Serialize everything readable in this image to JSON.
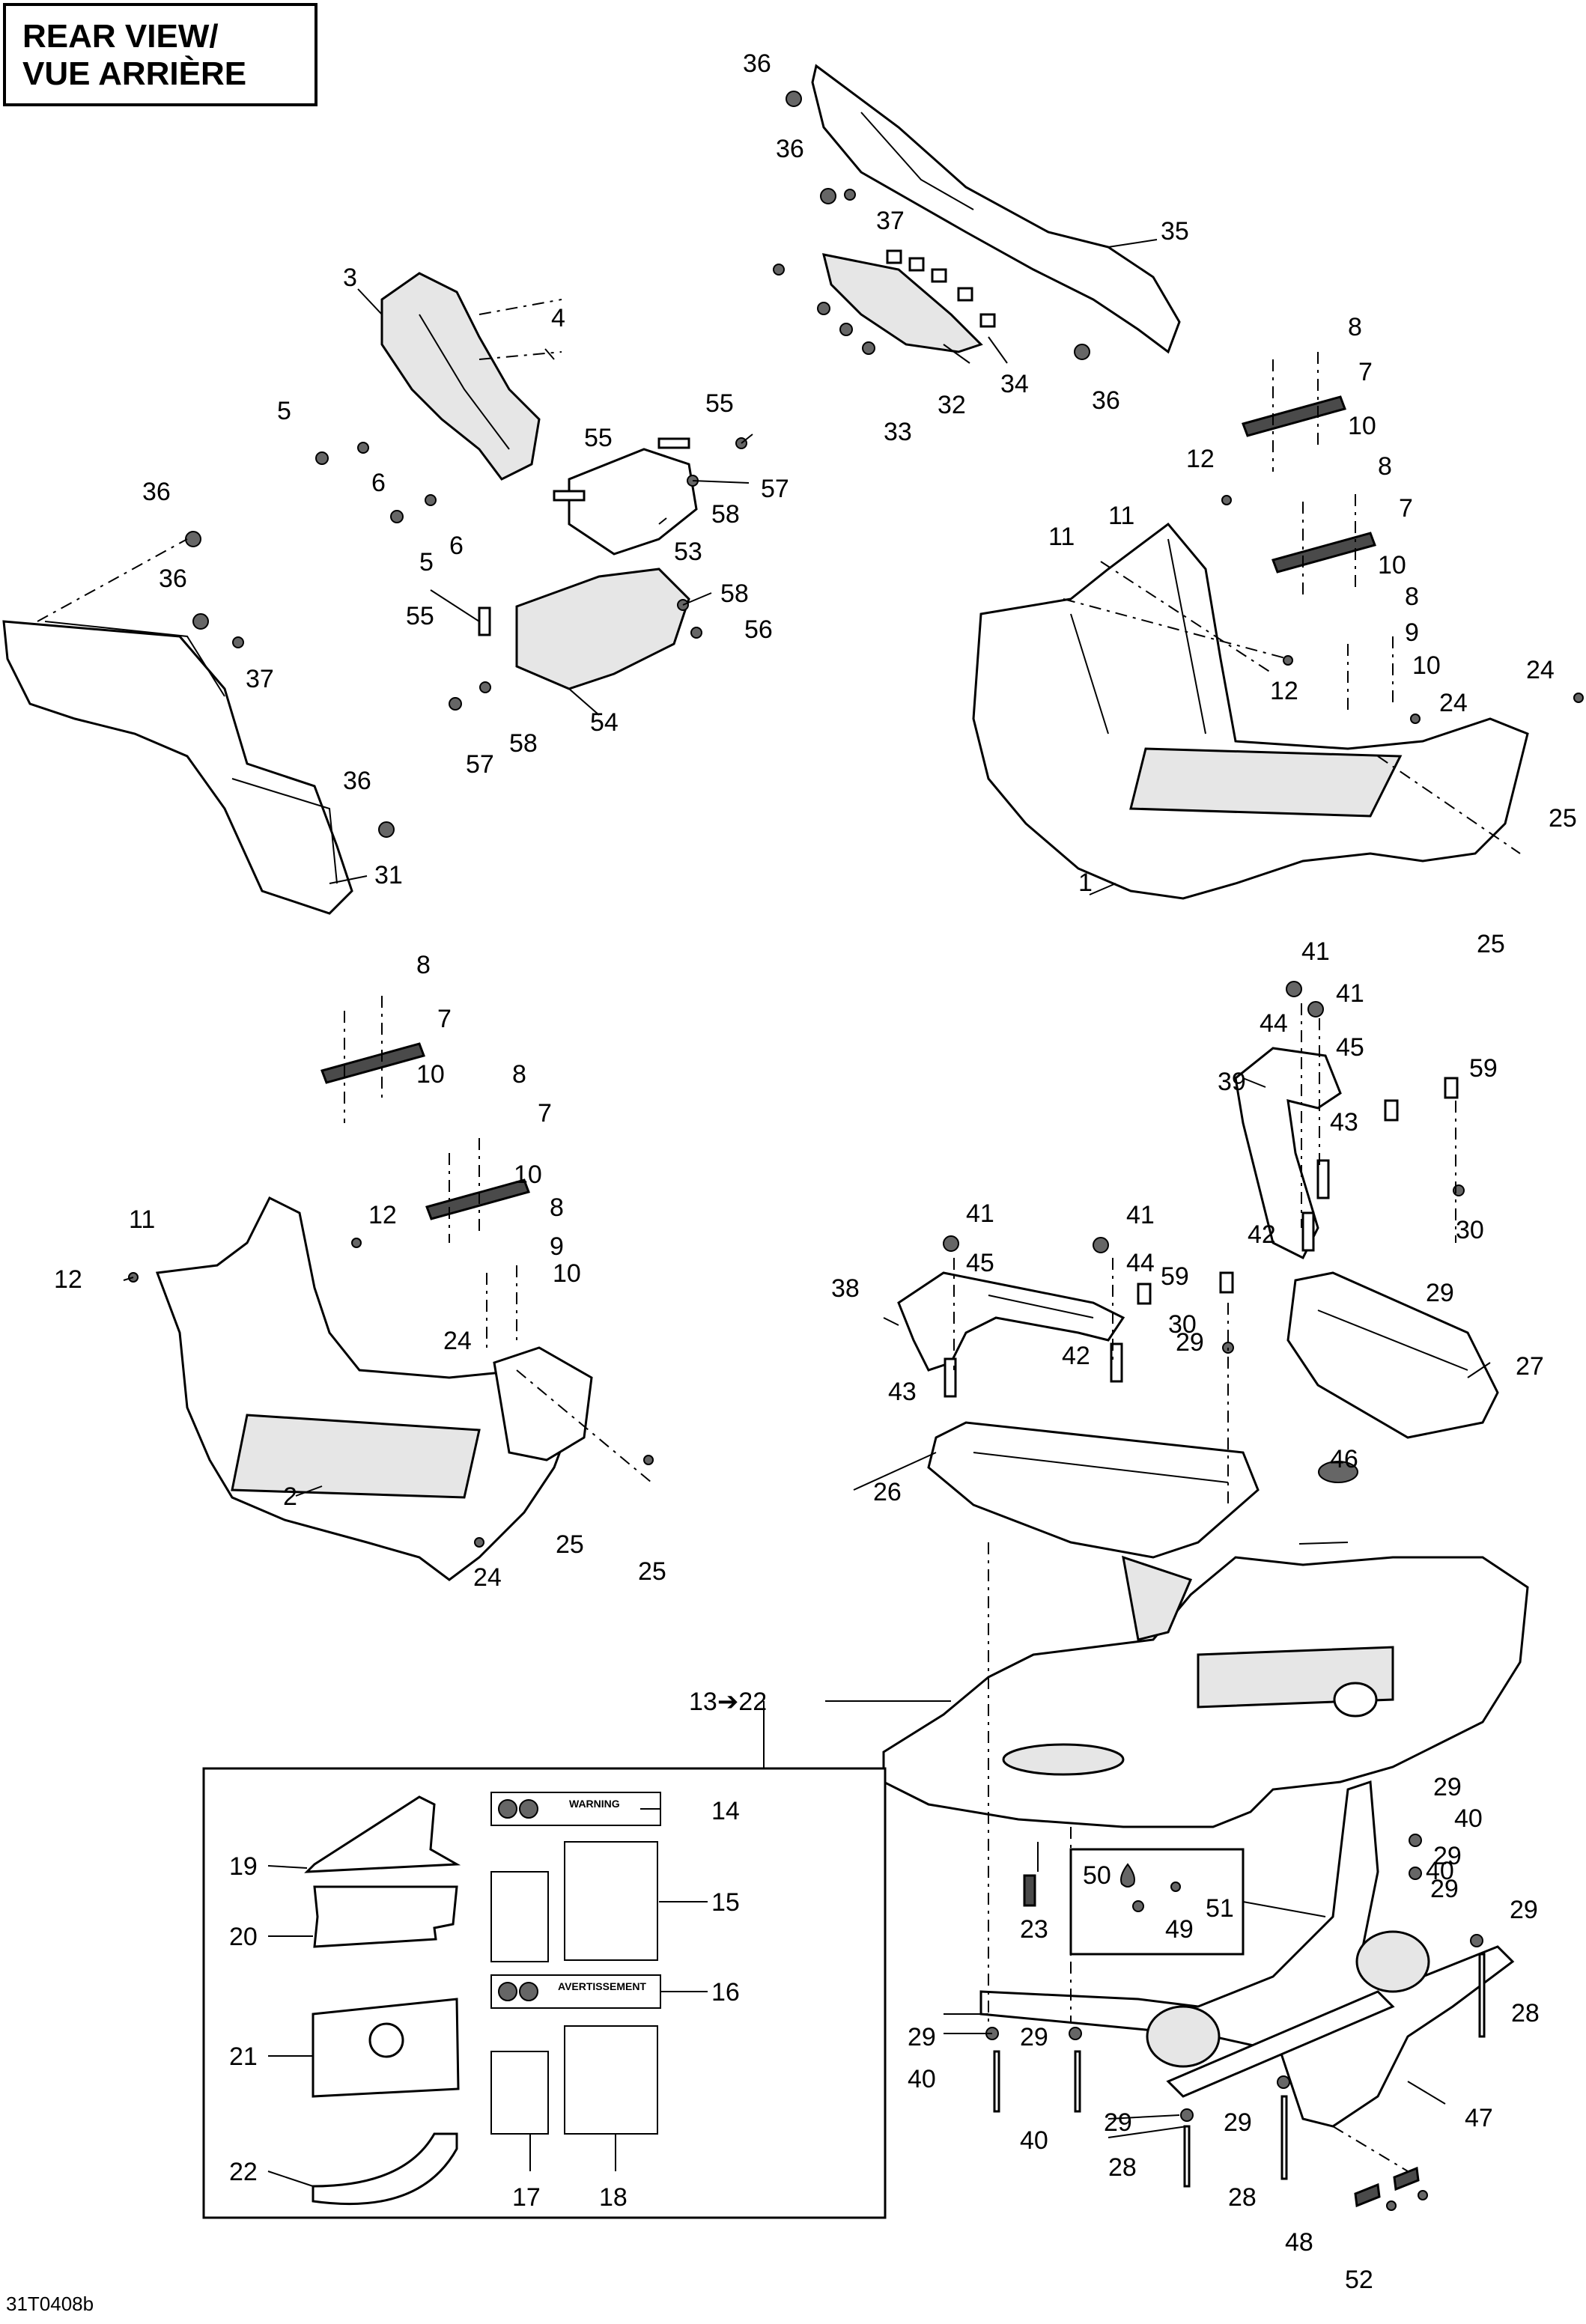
{
  "title": {
    "line1": "REAR VIEW/",
    "line2": "VUE ARRIÈRE"
  },
  "reference_code": "31T0408b",
  "decals": {
    "warning": "WARNING",
    "avertissement": "AVERTISSEMENT"
  },
  "callouts": [
    {
      "id": "c1",
      "label": "1"
    },
    {
      "id": "c2",
      "label": "2"
    },
    {
      "id": "c3",
      "label": "3"
    },
    {
      "id": "c4",
      "label": "4"
    },
    {
      "id": "c5a",
      "label": "5"
    },
    {
      "id": "c5b",
      "label": "5"
    },
    {
      "id": "c6a",
      "label": "6"
    },
    {
      "id": "c6b",
      "label": "6"
    },
    {
      "id": "c7a",
      "label": "7"
    },
    {
      "id": "c7b",
      "label": "7"
    },
    {
      "id": "c7c",
      "label": "7"
    },
    {
      "id": "c7d",
      "label": "7"
    },
    {
      "id": "c8a",
      "label": "8"
    },
    {
      "id": "c8b",
      "label": "8"
    },
    {
      "id": "c8c",
      "label": "8"
    },
    {
      "id": "c8d",
      "label": "8"
    },
    {
      "id": "c8e",
      "label": "8"
    },
    {
      "id": "c8f",
      "label": "8"
    },
    {
      "id": "c9a",
      "label": "9"
    },
    {
      "id": "c9b",
      "label": "9"
    },
    {
      "id": "c10a",
      "label": "10"
    },
    {
      "id": "c10b",
      "label": "10"
    },
    {
      "id": "c10c",
      "label": "10"
    },
    {
      "id": "c10d",
      "label": "10"
    },
    {
      "id": "c10e",
      "label": "10"
    },
    {
      "id": "c10f",
      "label": "10"
    },
    {
      "id": "c11a",
      "label": "11"
    },
    {
      "id": "c11b",
      "label": "11"
    },
    {
      "id": "c11c",
      "label": "11"
    },
    {
      "id": "c12a",
      "label": "12"
    },
    {
      "id": "c12b",
      "label": "12"
    },
    {
      "id": "c12c",
      "label": "12"
    },
    {
      "id": "c12d",
      "label": "12"
    },
    {
      "id": "c13",
      "label": "13➔22"
    },
    {
      "id": "c14",
      "label": "14"
    },
    {
      "id": "c15",
      "label": "15"
    },
    {
      "id": "c16",
      "label": "16"
    },
    {
      "id": "c17",
      "label": "17"
    },
    {
      "id": "c18",
      "label": "18"
    },
    {
      "id": "c19",
      "label": "19"
    },
    {
      "id": "c20",
      "label": "20"
    },
    {
      "id": "c21",
      "label": "21"
    },
    {
      "id": "c22",
      "label": "22"
    },
    {
      "id": "c23",
      "label": "23"
    },
    {
      "id": "c24a",
      "label": "24"
    },
    {
      "id": "c24b",
      "label": "24"
    },
    {
      "id": "c24c",
      "label": "24"
    },
    {
      "id": "c24d",
      "label": "24"
    },
    {
      "id": "c25a",
      "label": "25"
    },
    {
      "id": "c25b",
      "label": "25"
    },
    {
      "id": "c25c",
      "label": "25"
    },
    {
      "id": "c25d",
      "label": "25"
    },
    {
      "id": "c26",
      "label": "26"
    },
    {
      "id": "c27",
      "label": "27"
    },
    {
      "id": "c28a",
      "label": "28"
    },
    {
      "id": "c28b",
      "label": "28"
    },
    {
      "id": "c28c",
      "label": "28"
    },
    {
      "id": "c29a",
      "label": "29"
    },
    {
      "id": "c29b",
      "label": "29"
    },
    {
      "id": "c29c",
      "label": "29"
    },
    {
      "id": "c29d",
      "label": "29"
    },
    {
      "id": "c29e",
      "label": "29"
    },
    {
      "id": "c29f",
      "label": "29"
    },
    {
      "id": "c29g",
      "label": "29"
    },
    {
      "id": "c29h",
      "label": "29"
    },
    {
      "id": "c29i",
      "label": "29"
    },
    {
      "id": "c29j",
      "label": "29"
    },
    {
      "id": "c30a",
      "label": "30"
    },
    {
      "id": "c30b",
      "label": "30"
    },
    {
      "id": "c31",
      "label": "31"
    },
    {
      "id": "c32",
      "label": "32"
    },
    {
      "id": "c33",
      "label": "33"
    },
    {
      "id": "c34",
      "label": "34"
    },
    {
      "id": "c35",
      "label": "35"
    },
    {
      "id": "c36a",
      "label": "36"
    },
    {
      "id": "c36b",
      "label": "36"
    },
    {
      "id": "c36c",
      "label": "36"
    },
    {
      "id": "c36d",
      "label": "36"
    },
    {
      "id": "c36e",
      "label": "36"
    },
    {
      "id": "c36f",
      "label": "36"
    },
    {
      "id": "c37a",
      "label": "37"
    },
    {
      "id": "c37b",
      "label": "37"
    },
    {
      "id": "c38",
      "label": "38"
    },
    {
      "id": "c39",
      "label": "39"
    },
    {
      "id": "c40a",
      "label": "40"
    },
    {
      "id": "c40b",
      "label": "40"
    },
    {
      "id": "c40c",
      "label": "40"
    },
    {
      "id": "c40d",
      "label": "40"
    },
    {
      "id": "c41a",
      "label": "41"
    },
    {
      "id": "c41b",
      "label": "41"
    },
    {
      "id": "c41c",
      "label": "41"
    },
    {
      "id": "c41d",
      "label": "41"
    },
    {
      "id": "c42a",
      "label": "42"
    },
    {
      "id": "c42b",
      "label": "42"
    },
    {
      "id": "c43a",
      "label": "43"
    },
    {
      "id": "c43b",
      "label": "43"
    },
    {
      "id": "c44a",
      "label": "44"
    },
    {
      "id": "c44b",
      "label": "44"
    },
    {
      "id": "c45a",
      "label": "45"
    },
    {
      "id": "c45b",
      "label": "45"
    },
    {
      "id": "c46",
      "label": "46"
    },
    {
      "id": "c47",
      "label": "47"
    },
    {
      "id": "c48",
      "label": "48"
    },
    {
      "id": "c49",
      "label": "49"
    },
    {
      "id": "c50",
      "label": "50"
    },
    {
      "id": "c51",
      "label": "51"
    },
    {
      "id": "c52",
      "label": "52"
    },
    {
      "id": "c53",
      "label": "53"
    },
    {
      "id": "c54",
      "label": "54"
    },
    {
      "id": "c55a",
      "label": "55"
    },
    {
      "id": "c55b",
      "label": "55"
    },
    {
      "id": "c55c",
      "label": "55"
    },
    {
      "id": "c56",
      "label": "56"
    },
    {
      "id": "c57a",
      "label": "57"
    },
    {
      "id": "c57b",
      "label": "57"
    },
    {
      "id": "c58a",
      "label": "58"
    },
    {
      "id": "c58b",
      "label": "58"
    },
    {
      "id": "c58c",
      "label": "58"
    },
    {
      "id": "c59a",
      "label": "59"
    },
    {
      "id": "c59b",
      "label": "59"
    }
  ]
}
